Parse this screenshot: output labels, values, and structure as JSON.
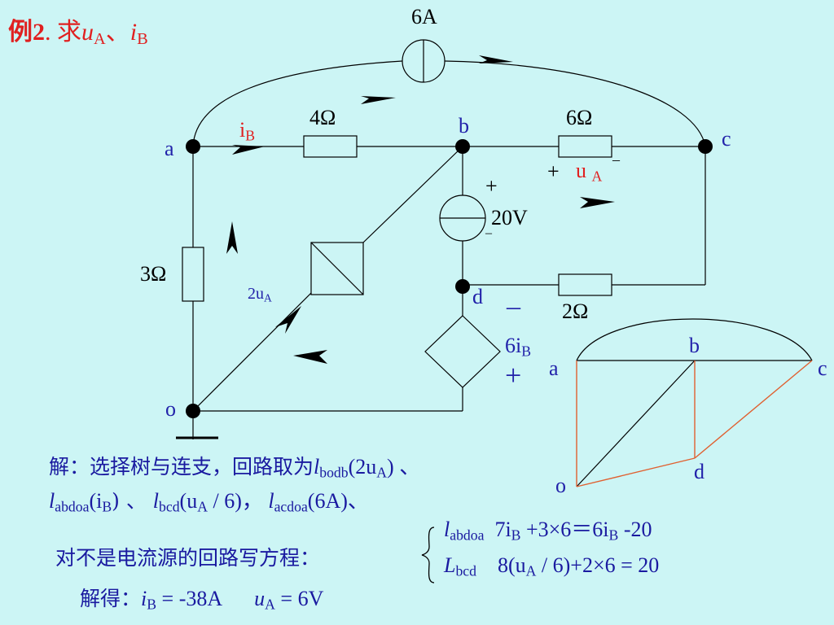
{
  "title": {
    "prefix": "例2",
    "mid": ".  求",
    "u": "u",
    "A": "A",
    "sep": "、",
    "i": "i",
    "B": "B"
  },
  "circuit": {
    "src6A": "6A",
    "r4": "4Ω",
    "r6": "6Ω",
    "r3": "3Ω",
    "r2": "2Ω",
    "v20": "20V",
    "node_a": "a",
    "node_b": "b",
    "node_c": "c",
    "node_d": "d",
    "node_o": "o",
    "iB_i": "i",
    "iB_B": "B",
    "uA_plus": "+",
    "uA_u": "u",
    "uA_A": "A",
    "uA_minus": "–",
    "v20_plus": "+",
    "v20_minus": "–",
    "cccs_u": "2u",
    "cccs_A": "A",
    "vcvs_minus": "–",
    "vcvs_6i": "6i",
    "vcvs_B": "B",
    "vcvs_plus": "+"
  },
  "graph": {
    "a": "a",
    "b": "b",
    "c": "c",
    "d": "d",
    "o": "o"
  },
  "solution": {
    "line1_text": "解：选择树与连支，回路取为",
    "line1_l": "l",
    "line1_sub": "bodb",
    "line1_rest": "(2u",
    "line1_A": "A",
    "line1_end": ")  、",
    "line2_l1": "l",
    "line2_sub1": "abdoa",
    "line2_p1": "(i",
    "line2_B": "B",
    "line2_p1e": ") 、 ",
    "line2_l2": "l",
    "line2_sub2": "bcd",
    "line2_p2": "(u",
    "line2_A2": "A",
    "line2_p2e": " / 6)， ",
    "line2_l3": "l",
    "line2_sub3": "acdoa",
    "line2_p3": "(6A)、",
    "eq_intro": "对不是电流源的回路写方程：",
    "eq1_l": "l",
    "eq1_sub": "abdoa",
    "eq1_a": "7i",
    "eq1_B1": "B",
    "eq1_b": " +3×6＝6i",
    "eq1_B2": "B",
    "eq1_c": " -20",
    "eq2_L": "L",
    "eq2_sub": "bcd",
    "eq2_a": "8(u",
    "eq2_A": "A",
    "eq2_b": " / 6)+2×6 = 20",
    "result_label": "解得：",
    "result_i": "i",
    "result_B": "B",
    "result_iv": " = -38A",
    "result_u": "u",
    "result_A": "A",
    "result_uv": " = 6V"
  },
  "colors": {
    "background": "#ccf5f5",
    "title": "#e02020",
    "text": "#2222aa",
    "tree_edges": "#e06030"
  }
}
